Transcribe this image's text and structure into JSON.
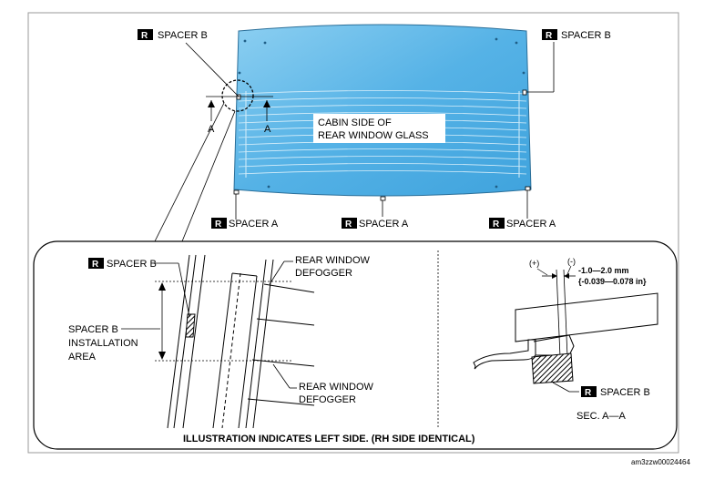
{
  "badge": "R",
  "labels": {
    "spacer_b_top_left": "SPACER B",
    "spacer_b_top_right": "SPACER B",
    "spacer_a_left": "SPACER A",
    "spacer_a_center": "SPACER A",
    "spacer_a_right": "SPACER A",
    "section_a_left": "A",
    "section_a_right": "A",
    "cabin_side_line1": "CABIN SIDE OF",
    "cabin_side_line2": "REAR WINDOW GLASS",
    "detail_spacer_b": "SPACER B",
    "install_area_line1": "SPACER B",
    "install_area_line2": "INSTALLATION",
    "install_area_line3": "AREA",
    "defogger_top_line1": "REAR WINDOW",
    "defogger_top_line2": "DEFOGGER",
    "defogger_bottom_line1": "REAR WINDOW",
    "defogger_bottom_line2": "DEFOGGER",
    "plus": "(+)",
    "minus": "(-)",
    "dim_mm": "-1.0—2.0 mm",
    "dim_in": "{-0.039—0.078 in}",
    "section_spacer_b": "SPACER B",
    "section_title": "SEC. A—A",
    "footer_note": "ILLUSTRATION INDICATES LEFT SIDE. (RH SIDE IDENTICAL)",
    "image_code": "am3zzw00024464"
  },
  "colors": {
    "glass_fill": "#5ab4e6",
    "glass_light": "#9fd6f3",
    "line": "#000000",
    "badge_bg": "#000000"
  }
}
